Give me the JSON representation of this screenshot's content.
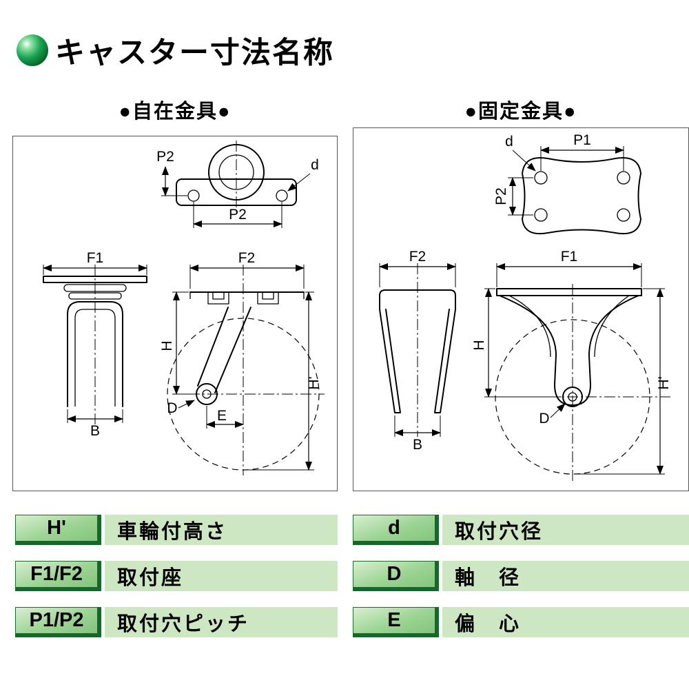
{
  "header": {
    "title": "キャスター寸法名称"
  },
  "sections": {
    "swivel": {
      "title": "●自在金具●"
    },
    "fixed": {
      "title": "●固定金具●"
    }
  },
  "dims": {
    "p1": "P1",
    "p2": "P2",
    "d_hole": "d",
    "f1": "F1",
    "f2": "F2",
    "h": "H",
    "h_wheel": "H'",
    "d_axle": "D",
    "e": "E",
    "b": "B"
  },
  "legend": {
    "items": [
      {
        "key": "H'",
        "label": "車輪付高さ"
      },
      {
        "key": "F1/F2",
        "label": "取付座"
      },
      {
        "key": "P1/P2",
        "label": "取付穴ピッチ"
      },
      {
        "key": "d",
        "label": "取付穴径"
      },
      {
        "key": "D",
        "label": "軸　径"
      },
      {
        "key": "E",
        "label": "偏　心"
      }
    ]
  },
  "colors": {
    "legend_key_bg": "#9cd494",
    "legend_key_edge": "#15672a",
    "legend_desc_bg": "#cde7c2",
    "icon_green": "#0a7a2a"
  }
}
